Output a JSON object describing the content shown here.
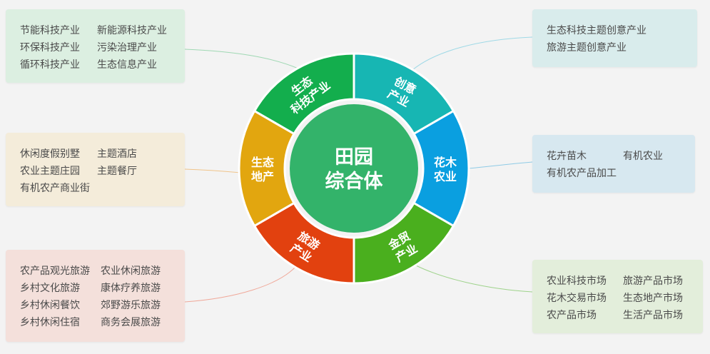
{
  "center": {
    "line1": "田园",
    "line2": "综合体"
  },
  "segments": [
    {
      "name": "segment-eco-tech",
      "line1": "生态",
      "line2": "科技产业",
      "color": "#13ae4d"
    },
    {
      "name": "segment-creative",
      "line1": "创意",
      "line2": "产业",
      "color": "#17b6b3"
    },
    {
      "name": "segment-flower-agri",
      "line1": "花木",
      "line2": "农业",
      "color": "#0a9fe0"
    },
    {
      "name": "segment-trade",
      "line1": "金贸",
      "line2": "产业",
      "color": "#4aaf1e"
    },
    {
      "name": "segment-tourism",
      "line1": "旅游",
      "line2": "产业",
      "color": "#e2410f"
    },
    {
      "name": "segment-eco-realestate",
      "line1": "生态",
      "line2": "地产",
      "color": "#e2a60f"
    }
  ],
  "boxes": {
    "top_left": {
      "rows": [
        [
          "节能科技产业",
          "新能源科技产业"
        ],
        [
          "环保科技产业",
          "污染治理产业"
        ],
        [
          "循环科技产业",
          "生态信息产业"
        ]
      ]
    },
    "mid_left": {
      "rows": [
        [
          "休闲度假别墅",
          "主题酒店"
        ],
        [
          "农业主题庄园",
          "主题餐厅"
        ],
        [
          "有机农产商业街",
          ""
        ]
      ]
    },
    "bottom_left": {
      "rows": [
        [
          "农产品观光旅游",
          "农业休闲旅游"
        ],
        [
          "乡村文化旅游",
          "康体疗养旅游"
        ],
        [
          "乡村休闲餐饮",
          "郊野游乐旅游"
        ],
        [
          "乡村休闲住宿",
          "商务会展旅游"
        ]
      ]
    },
    "top_right": {
      "rows": [
        [
          "生态科技主题创意产业"
        ],
        [
          "旅游主题创意产业"
        ]
      ]
    },
    "mid_right": {
      "rows": [
        [
          "花卉苗木",
          "有机农业"
        ],
        [
          "有机农产品加工",
          ""
        ]
      ]
    },
    "bottom_right": {
      "rows": [
        [
          "农业科技市场",
          "旅游产品市场"
        ],
        [
          "花木交易市场",
          "生态地产市场"
        ],
        [
          "农产品市场",
          "生活产品市场"
        ]
      ]
    }
  },
  "colors": {
    "center": "#33b36a",
    "ring_gap": "#ffffff",
    "connector_top_left": "#9fd8b3",
    "connector_mid_left": "#f0c48a",
    "connector_bottom_left": "#f0a99a",
    "connector_top_right": "#9fd9e6",
    "connector_mid_right": "#8fcbe6",
    "connector_bottom_right": "#9fd38c"
  }
}
